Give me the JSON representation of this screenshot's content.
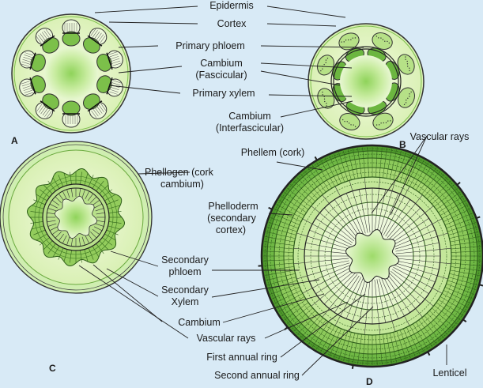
{
  "panels": {
    "a": "A",
    "b": "B",
    "c": "C",
    "d": "D"
  },
  "labels": {
    "epidermis": "Epidermis",
    "cortex": "Cortex",
    "primary_phloem": "Primary phloem",
    "cambium_fasc_1": "Cambium",
    "cambium_fasc_2": "(Fascicular)",
    "primary_xylem": "Primary xylem",
    "cambium_inter_1": "Cambium",
    "cambium_inter_2": "(Interfascicular)",
    "vascular_rays_d": "Vascular rays",
    "phellem": "Phellem (cork)",
    "phellogen_1": "Phellogen (cork",
    "phellogen_2": "cambium)",
    "phelloderm_1": "Phelloderm",
    "phelloderm_2": "(secondary",
    "phelloderm_3": "cortex)",
    "sec_phloem_1": "Secondary",
    "sec_phloem_2": "phloem",
    "sec_xylem_1": "Secondary",
    "sec_xylem_2": "Xylem",
    "cambium_c": "Cambium",
    "vascular_rays_c": "Vascular rays",
    "first_ring": "First annual ring",
    "second_ring": "Second annual ring",
    "lenticel": "Lenticel"
  },
  "colors": {
    "background": "#d8eaf6",
    "tissue_light": "#e9f6c8",
    "tissue_mid": "#a9d86a",
    "tissue_dark": "#4f9a2c",
    "pith": "#bfe59a"
  }
}
